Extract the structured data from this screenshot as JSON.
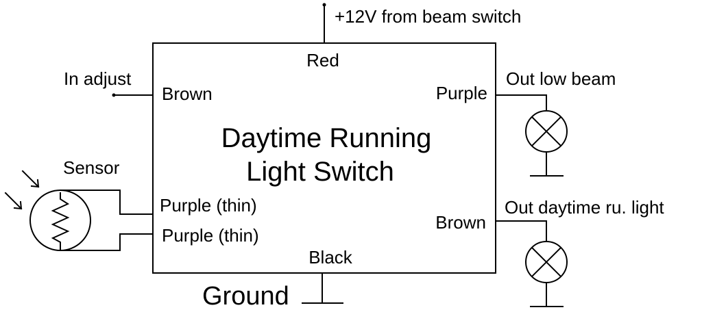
{
  "title_line1": "Daytime Running",
  "title_line2": "Light Switch",
  "labels": {
    "supply": "+12V from beam switch",
    "red": "Red",
    "in_adjust": "In adjust",
    "brown_in": "Brown",
    "purple_out": "Purple",
    "out_low_beam": "Out low beam",
    "sensor": "Sensor",
    "purple_thin_1": "Purple (thin)",
    "purple_thin_2": "Purple (thin)",
    "brown_out": "Brown",
    "out_daytime": "Out daytime ru. light",
    "black": "Black",
    "ground": "Ground"
  },
  "colors": {
    "ink": "#000000",
    "background": "#ffffff"
  },
  "icons": [
    "photoresistor-sensor-icon",
    "lamp-icon",
    "ground-symbol-icon"
  ]
}
